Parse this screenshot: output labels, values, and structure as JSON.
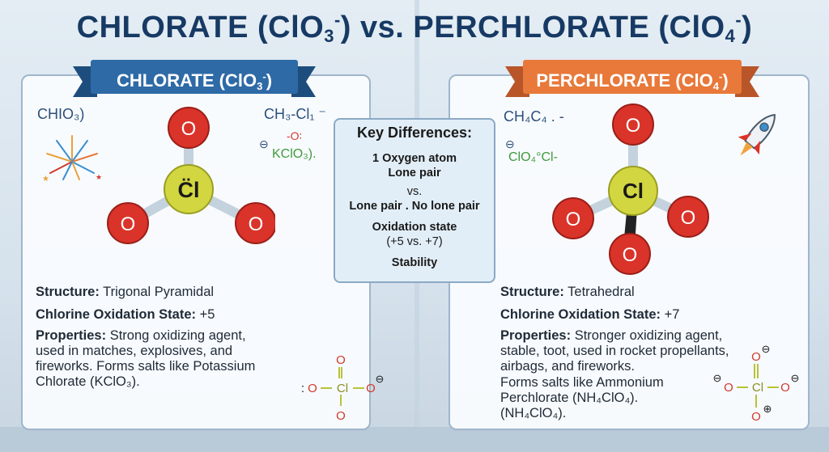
{
  "title": {
    "part1": "CHLORATE (ClO",
    "part1_sub": "3",
    "part1_sup": "-",
    "part2": ") vs. PERCHLORATE (ClO",
    "part2_sub": "4",
    "part2_sup": "-",
    "part3": ")"
  },
  "left": {
    "ribbon_main": "CHLORATE (ClO",
    "ribbon_sub": "3",
    "ribbon_sup": "-",
    "ribbon_end": ")",
    "note_formula": "CHIO₃)",
    "note_top_right": "CH₃-Cl₁ ⁻",
    "note_o": "-O∶",
    "note_minus": "⊖",
    "note_kclo": "KClO₃).",
    "molecule": {
      "center": "C̈l",
      "oxygen": "O"
    },
    "structure_label": "Structure:",
    "structure_value": "Trigonal Pyramidal",
    "oxidation_label": "Chlorine Oxidation State:",
    "oxidation_value": "+5",
    "properties_label": "Properties:",
    "properties_value": "Strong oxidizing agent, used in matches, explosives, and fireworks. Forms salts like Potassium Chlorate (KClO₃).",
    "lewis": {
      "center": "Cl",
      "o": "O",
      "charge": "⊖",
      "lone_pair": ":"
    }
  },
  "right": {
    "ribbon_main": "PERCHLORATE (ClO",
    "ribbon_sub": "4",
    "ribbon_sup": "-",
    "ribbon_end": ")",
    "note_formula": "CH₄C₄ . -",
    "note_minus": "⊖",
    "note_clo": "ClO₄°Cl-",
    "molecule": {
      "center": "Cl",
      "oxygen": "O"
    },
    "structure_label": "Structure:",
    "structure_value": "Tetrahedral",
    "oxidation_label": "Chlorine Oxidation State:",
    "oxidation_value": "+7",
    "properties_label": "Properties:",
    "properties_value": "Stronger oxidizing agent, stable, toot, used in rocket propellants, airbags, and fireworks.",
    "salts_text": "Forms salts like Ammonium Perchlorate (NH₄ClO₄). (NH₄ClO₄).",
    "lewis": {
      "center": "Cl",
      "o": "O",
      "charge_minus": "⊖",
      "charge_plus": "⊕"
    }
  },
  "key": {
    "title": "Key Differences:",
    "line1": "1 Oxygen atom",
    "line2": "Lone pair",
    "line3": "vs.",
    "line4": "Lone pair . No lone pair",
    "line5": "Oxidation state",
    "line6": "(+5 vs. +7)",
    "line7": "Stability"
  },
  "colors": {
    "title": "#173a64",
    "chlorate_ribbon": "#2e6aa6",
    "perchlorate_ribbon": "#e8793a",
    "oxygen": "#d9332a",
    "chlorine": "#cfd43a"
  },
  "icons": {
    "left": "fireworks-icon",
    "right": "rocket-icon"
  }
}
